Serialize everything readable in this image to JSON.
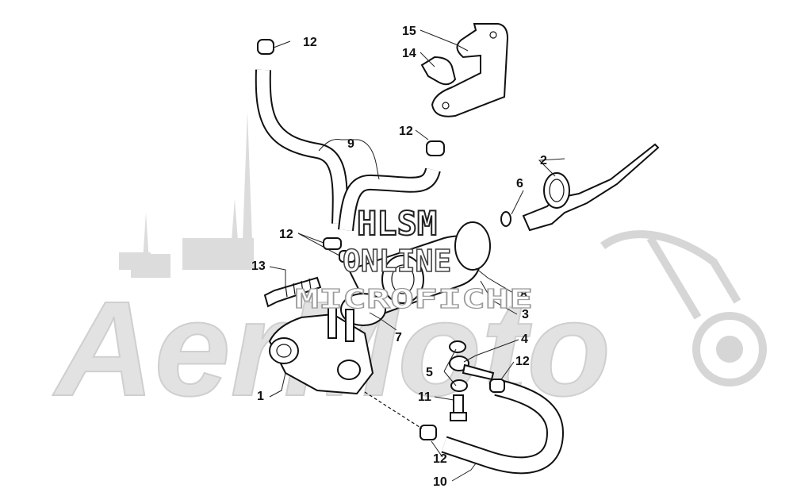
{
  "watermark": {
    "brand_line_1": "HLSM",
    "brand_line_2": "ONLINE",
    "brand_line_3": "MICROFICHE",
    "logo_text": "AerMoto"
  },
  "callouts": {
    "c1": "1",
    "c2": "2",
    "c3": "3",
    "c4": "4",
    "c5": "5",
    "c6": "6",
    "c7": "7",
    "c8": "8",
    "c9": "9",
    "c10": "10",
    "c11": "11",
    "c12_top": "12",
    "c12_upper_mid": "12",
    "c12_left": "12",
    "c12_right": "12",
    "c12_bottom": "12",
    "c13": "13",
    "c14": "14",
    "c15": "15"
  },
  "colors": {
    "watermark": "#d9d9d9",
    "lines": "#111111"
  }
}
